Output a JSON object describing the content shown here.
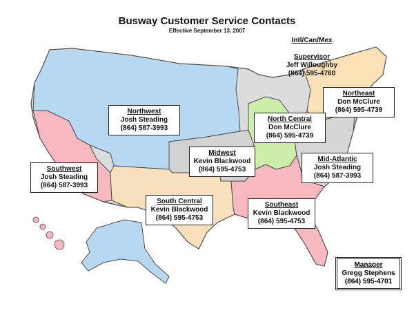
{
  "title": "Busway Customer Service Contacts",
  "subtitle": "Effective September 13, 2007",
  "colors": {
    "northwest": "#b8d8f2",
    "southwest": "#f7b8c0",
    "south_central": "#f8e0bc",
    "midwest": "#d2d2d2",
    "north_central": "#cdeea9",
    "northeast": "#fbe1b8",
    "southeast": "#f7b8c0",
    "mid_atlantic": "#d6d6d6",
    "border": "#4a4a4a"
  },
  "intl": {
    "region": "Intl/Can/Mex",
    "role": "Supervisor",
    "name": "Jeff Willoughby",
    "phone": "(864) 595-4760"
  },
  "regions": {
    "northwest": {
      "region": "Northwest",
      "name": "Josh Steading",
      "phone": "(864) 587-3993"
    },
    "southwest": {
      "region": "Southwest",
      "name": "Josh Steading",
      "phone": "(864) 587-3993"
    },
    "midwest": {
      "region": "Midwest",
      "name": "Kevin Blackwood",
      "phone": "(864) 595-4753"
    },
    "north_central": {
      "region": "North Central",
      "name": "Don McClure",
      "phone": "(864) 595-4739"
    },
    "northeast": {
      "region": "Northeast",
      "name": "Don McClure",
      "phone": "(864) 595-4739"
    },
    "mid_atlantic": {
      "region": "Mid-Atlantic",
      "name": "Josh Steading",
      "phone": "(864) 587-3993"
    },
    "south_central": {
      "region": "South Central",
      "name": "Kevin Blackwood",
      "phone": "(864) 595-4753"
    },
    "southeast": {
      "region": "Southeast",
      "name": "Kevin Blackwood",
      "phone": "(864) 595-4753"
    }
  },
  "manager": {
    "region": "Manager",
    "name": "Gregg Stephens",
    "phone": "(864) 595-4701"
  }
}
